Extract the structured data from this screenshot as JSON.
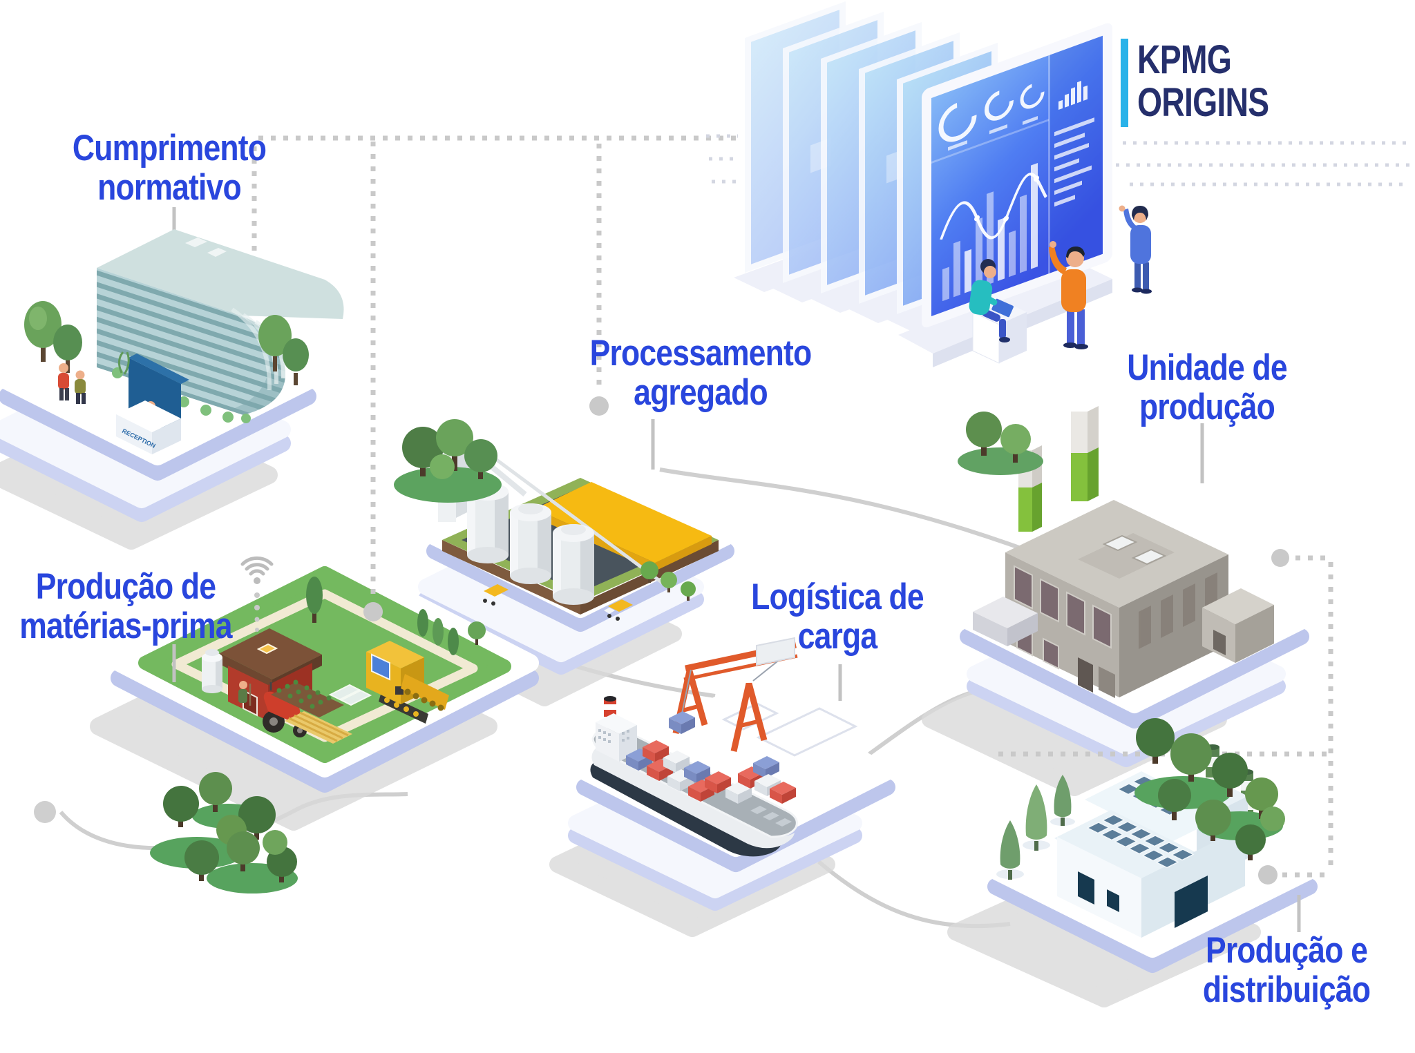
{
  "title_logo": {
    "line1": "KPMG",
    "line2": "ORIGINS"
  },
  "nodes": {
    "compliance": {
      "label_line1": "Cumprimento",
      "label_line2": "normativo",
      "icon": "office-building"
    },
    "raw_materials": {
      "label_line1": "Produção de",
      "label_line2": "matérias-prima",
      "icon": "farm"
    },
    "processing": {
      "label_line1": "Processamento",
      "label_line2": "agregado",
      "icon": "grain-silos"
    },
    "logistics": {
      "label_line1": "Logística de",
      "label_line2": "carga",
      "icon": "cargo-ship-crane"
    },
    "production_unit": {
      "label_line1": "Unidade de",
      "label_line2": "produção",
      "icon": "factory"
    },
    "distribution": {
      "label_line1": "Produção e",
      "label_line2": "distribuição",
      "icon": "warehouse-solar"
    }
  },
  "hub": {
    "icon": "analytics-dashboard-screens"
  },
  "reception_sign": "RECEPTION",
  "colors": {
    "label_blue": "#2946dd",
    "logo_navy": "#252f6c",
    "logo_cyan": "#29b2e9",
    "connector_gray": "#c9c9c9",
    "platform_edge": "#bdc6ec",
    "crane_orange": "#e05a2b",
    "field_yellow": "#f6ba12"
  }
}
